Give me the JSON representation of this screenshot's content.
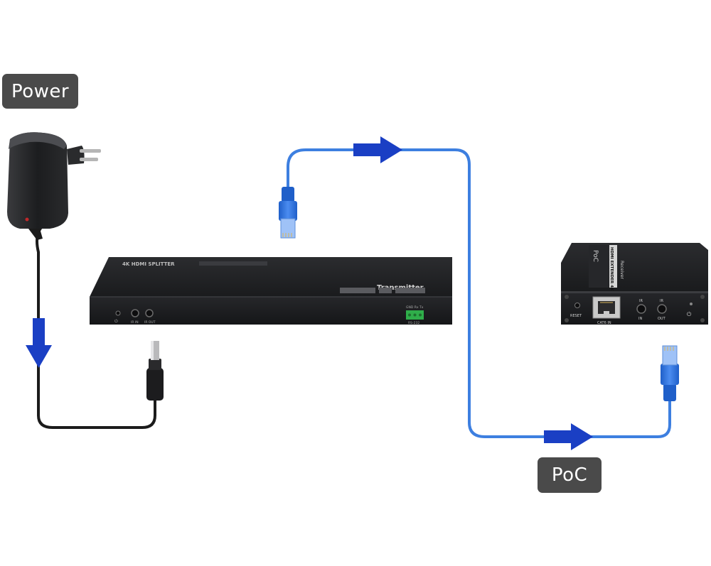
{
  "labels": {
    "power": "Power",
    "poc": "PoC"
  },
  "transmitter": {
    "top_text": "4K HDMI SPLITTER",
    "name": "Transmitter",
    "ir_in": "IR IN",
    "ir_out": "IR OUT",
    "rs232_pins": "GND Rx Tx",
    "rs232": "RS-232"
  },
  "receiver": {
    "top_poc": "PoC",
    "top_model": "HDMI EXTENDER 4K",
    "top_name": "Receiver",
    "reset": "RESET",
    "cat_in": "CAT6 IN",
    "ir_in_top": "IR",
    "ir_in": "IN",
    "ir_out_top": "IR",
    "ir_out": "OUT"
  },
  "colors": {
    "cable_blue": "#3d7fe0",
    "arrow_blue": "#1a3fc4",
    "device_dark": "#1e1f22",
    "badge_bg": "#4a4a4a",
    "terminal_green": "#2fae4a"
  }
}
